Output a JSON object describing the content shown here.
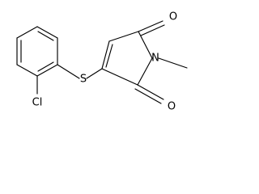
{
  "molecule": {
    "atoms": {
      "chlorine": "Cl",
      "sulfur": "S",
      "nitrogen": "N",
      "oxygen_top": "O",
      "oxygen_bottom": "O"
    },
    "colors": {
      "bond": "#000000",
      "label": "#000000",
      "background": "#ffffff"
    }
  }
}
